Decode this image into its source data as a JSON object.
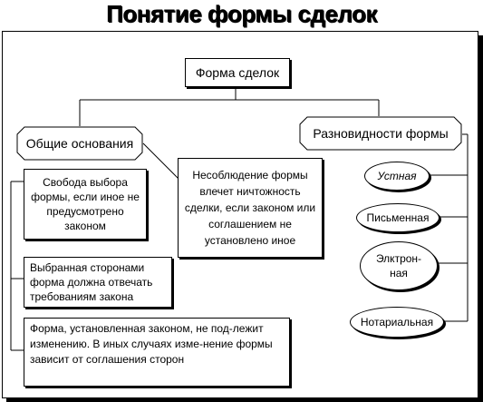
{
  "title": "Понятие формы сделок",
  "root": {
    "label": "Форма сделок"
  },
  "left_branch": {
    "label": "Общие основания"
  },
  "right_branch": {
    "label": "Разновидности формы"
  },
  "general_rules": [
    {
      "text": "Свобода выбора формы, если иное не предусмотрено законом"
    },
    {
      "text": "Выбранная сторонами форма должна отвечать требованиям закона"
    },
    {
      "text": "Форма, установленная законом, не под-лежит изменению. В иных случаях изме-нение формы зависит от соглашения сторон"
    }
  ],
  "consequence": {
    "text": "Несоблюдение формы влечет ничтожность сделки, если законом или соглашением не установлено иное"
  },
  "form_types": [
    {
      "label": "Устная",
      "italic": true
    },
    {
      "label": "Письменная",
      "italic": false
    },
    {
      "label": "Элктрон-ная",
      "italic": false
    },
    {
      "label": "Нотариальная",
      "italic": false
    }
  ]
}
